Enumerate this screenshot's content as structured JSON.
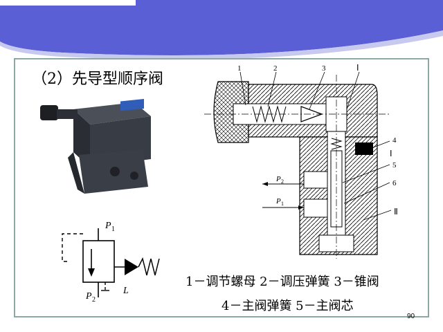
{
  "slide": {
    "title": "（2）先导型顺序阀",
    "page_number": "90"
  },
  "symbol": {
    "inlet_label": "P",
    "inlet_sub": "1",
    "outlet_label": "P",
    "outlet_sub": "2",
    "drain_label": "L"
  },
  "section": {
    "callouts": [
      "1",
      "2",
      "3",
      "Ⅰ",
      "4",
      "Ⅰ",
      "5",
      "6",
      "Ⅱ"
    ],
    "port_p2": "P",
    "port_p2_sub": "2",
    "port_p1": "P",
    "port_p1_sub": "1"
  },
  "legend": {
    "line1": "1－调节螺母  2－调压弹簧  3－锥阀",
    "line2": "4－主阀弹簧    5－主阀芯"
  },
  "colors": {
    "band": "#5b5fd6",
    "frame": "#8aa8a4",
    "valve_body": "#3c4047"
  }
}
